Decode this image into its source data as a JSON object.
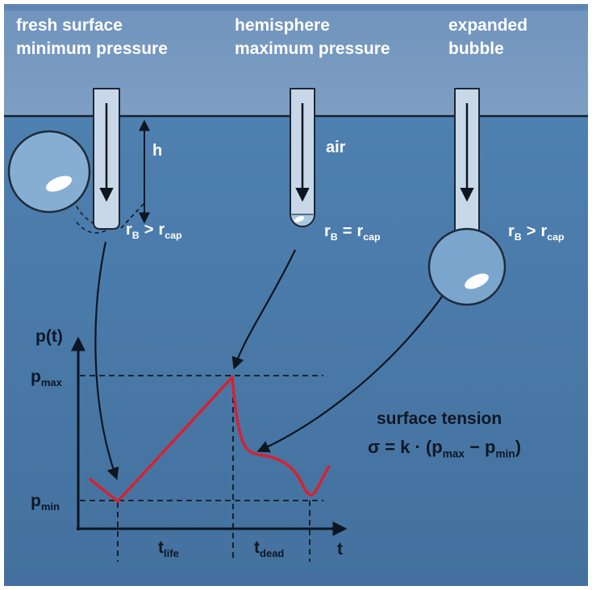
{
  "header_labels": {
    "stage1": {
      "line1": "fresh surface",
      "line2": "minimum pressure"
    },
    "stage2": {
      "line1": "hemisphere",
      "line2": "maximum pressure"
    },
    "stage3": {
      "line1": "expanded",
      "line2": "bubble"
    }
  },
  "annotations": {
    "height_label": "h",
    "air_label": "air"
  },
  "radius_labels": [
    {
      "base": "r",
      "sub": "B",
      "rel": ">",
      "base2": "r",
      "sub2": "cap"
    },
    {
      "base": "r",
      "sub": "B",
      "rel": "=",
      "base2": "r",
      "sub2": "cap"
    },
    {
      "base": "r",
      "sub": "B",
      "rel": ">",
      "base2": "r",
      "sub2": "cap"
    }
  ],
  "graph": {
    "y_axis_label": "p(t)",
    "x_axis_label": "t",
    "p_max": {
      "base": "p",
      "sub": "max"
    },
    "p_min": {
      "base": "p",
      "sub": "min"
    },
    "t_life": {
      "base": "t",
      "sub": "life"
    },
    "t_dead": {
      "base": "t",
      "sub": "dead"
    }
  },
  "formula": {
    "title": "surface tension",
    "eq": {
      "p1": "σ = k · (p",
      "sub1": "max",
      "p2": " − p",
      "sub2": "min",
      "p3": ")"
    }
  },
  "colors": {
    "water": "#4d7dad",
    "sky_top": "#7094bd",
    "sky_bottom": "#b9cadd",
    "tube_fill": "#c8d8e8",
    "bubble_fill": "#86aed2",
    "curve_red": "#d62230",
    "text_dark": "#0d1726",
    "text_white": "#ffffff"
  },
  "chart_data": {
    "type": "line",
    "title": "p(t) bubble pressure cycle (qualitative, no numeric scale shown)",
    "xlabel": "t",
    "ylabel": "p(t)",
    "x_rel": [
      0,
      0.11,
      0.59,
      0.63,
      0.7,
      0.78,
      0.85,
      0.9,
      1.0
    ],
    "y_rel": [
      0.17,
      0.0,
      1.0,
      0.55,
      0.42,
      0.38,
      0.28,
      0.05,
      0.27
    ],
    "y_markers": [
      "p_max",
      "p_min"
    ],
    "x_markers": [
      "t_life",
      "t_dead"
    ],
    "legend": "none",
    "grid": "dashed reference lines at p_max, p_min and event times"
  }
}
